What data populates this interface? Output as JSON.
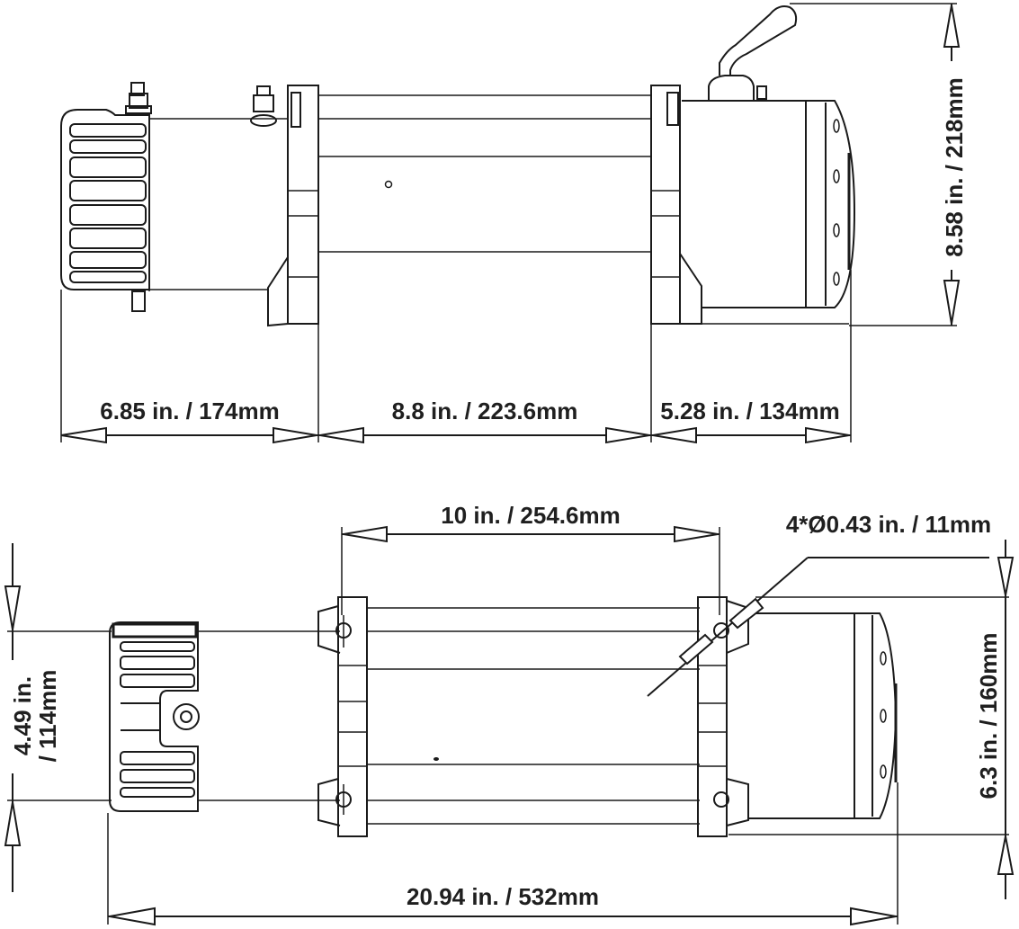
{
  "diagram": {
    "subject": "Winch dimension drawing",
    "views": [
      {
        "name": "side-view",
        "position": "top"
      },
      {
        "name": "top-view",
        "position": "bottom"
      }
    ],
    "colors": {
      "line": "#1a1a1a",
      "text": "#1f1f1f",
      "background": "#ffffff"
    }
  },
  "side_view": {
    "dim_motor_section": "6.85 in. / 174mm",
    "dim_drum_section": "8.8 in. / 223.6mm",
    "dim_gearbox_section": "5.28 in. / 134mm",
    "dim_overall_height": "8.58 in. / 218mm"
  },
  "top_view": {
    "dim_bolt_spacing_length": "10 in. / 254.6mm",
    "dim_mount_holes": "4*Ø0.43 in. / 11mm",
    "dim_width_line1": "4.49 in.",
    "dim_width_line2": "/ 114mm",
    "dim_bolt_spacing_width": "6.3 in. / 160mm",
    "dim_overall_length": "20.94 in. / 532mm"
  }
}
